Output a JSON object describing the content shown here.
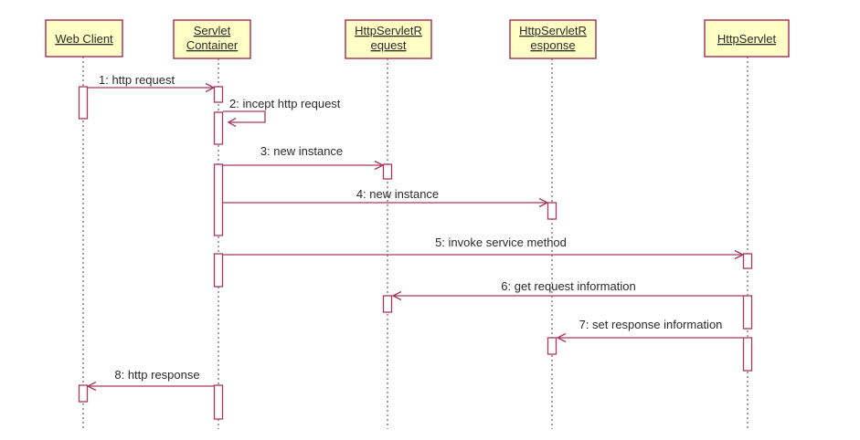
{
  "colors": {
    "participant_fill": "#ffffc6",
    "participant_border": "#a8385e",
    "line": "#a8385e",
    "lifeline": "#444444",
    "text": "#2a2a2a"
  },
  "participants": [
    {
      "id": "client",
      "lines": [
        "Web Client"
      ]
    },
    {
      "id": "container",
      "lines": [
        "Servlet",
        "Container"
      ]
    },
    {
      "id": "request",
      "lines": [
        "HttpServletR",
        "equest"
      ]
    },
    {
      "id": "response",
      "lines": [
        "HttpServletR",
        "esponse"
      ]
    },
    {
      "id": "servlet",
      "lines": [
        "HttpServlet"
      ]
    }
  ],
  "messages": [
    {
      "number": "1",
      "text": "1: http request",
      "from": "client",
      "to": "container"
    },
    {
      "number": "2",
      "text": "2: incept http request",
      "from": "container",
      "to": "container"
    },
    {
      "number": "3",
      "text": "3: new instance",
      "from": "container",
      "to": "request"
    },
    {
      "number": "4",
      "text": "4: new instance",
      "from": "container",
      "to": "response"
    },
    {
      "number": "5",
      "text": "5: invoke service method",
      "from": "container",
      "to": "servlet"
    },
    {
      "number": "6",
      "text": "6: get request information",
      "from": "servlet",
      "to": "request"
    },
    {
      "number": "7",
      "text": "7: set response information",
      "from": "servlet",
      "to": "response"
    },
    {
      "number": "8",
      "text": "8: http response",
      "from": "container",
      "to": "client"
    }
  ]
}
